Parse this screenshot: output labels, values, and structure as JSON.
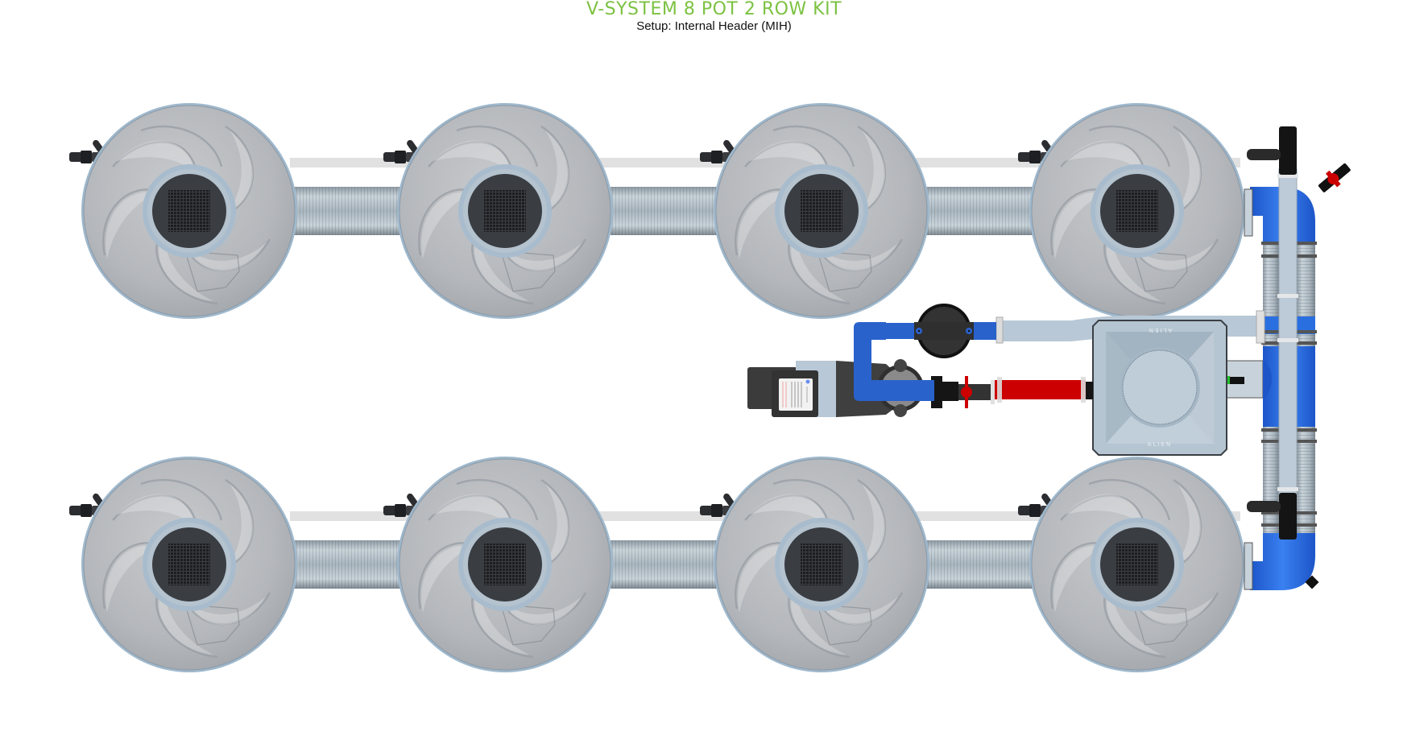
{
  "header": {
    "title": "V-SYSTEM 8 POT 2 ROW KIT",
    "subtitle": "Setup: Internal Header (MIH)"
  },
  "diagram": {
    "rows": [
      {
        "name": "top-row",
        "pot_count": 4
      },
      {
        "name": "bottom-row",
        "pot_count": 4
      }
    ],
    "components": [
      "pot",
      "flexible-pipe",
      "drip-line",
      "drip-fitting",
      "manifold",
      "elbow",
      "reservoir-tank",
      "pump",
      "filter",
      "ball-valve",
      "return-pipe",
      "feed-hose"
    ],
    "reservoir_label": "ALIEN",
    "colors": {
      "title": "#7cc242",
      "pot": "#b9bcc1",
      "pot_rim": "#8fa9c0",
      "pot_center": "#3a3d42",
      "blue_fitting": "#2a6fe0",
      "red_pipe": "#cc0000",
      "feed_hose": "#b8c8d6",
      "dark_fitting": "#2f2f2f"
    }
  }
}
